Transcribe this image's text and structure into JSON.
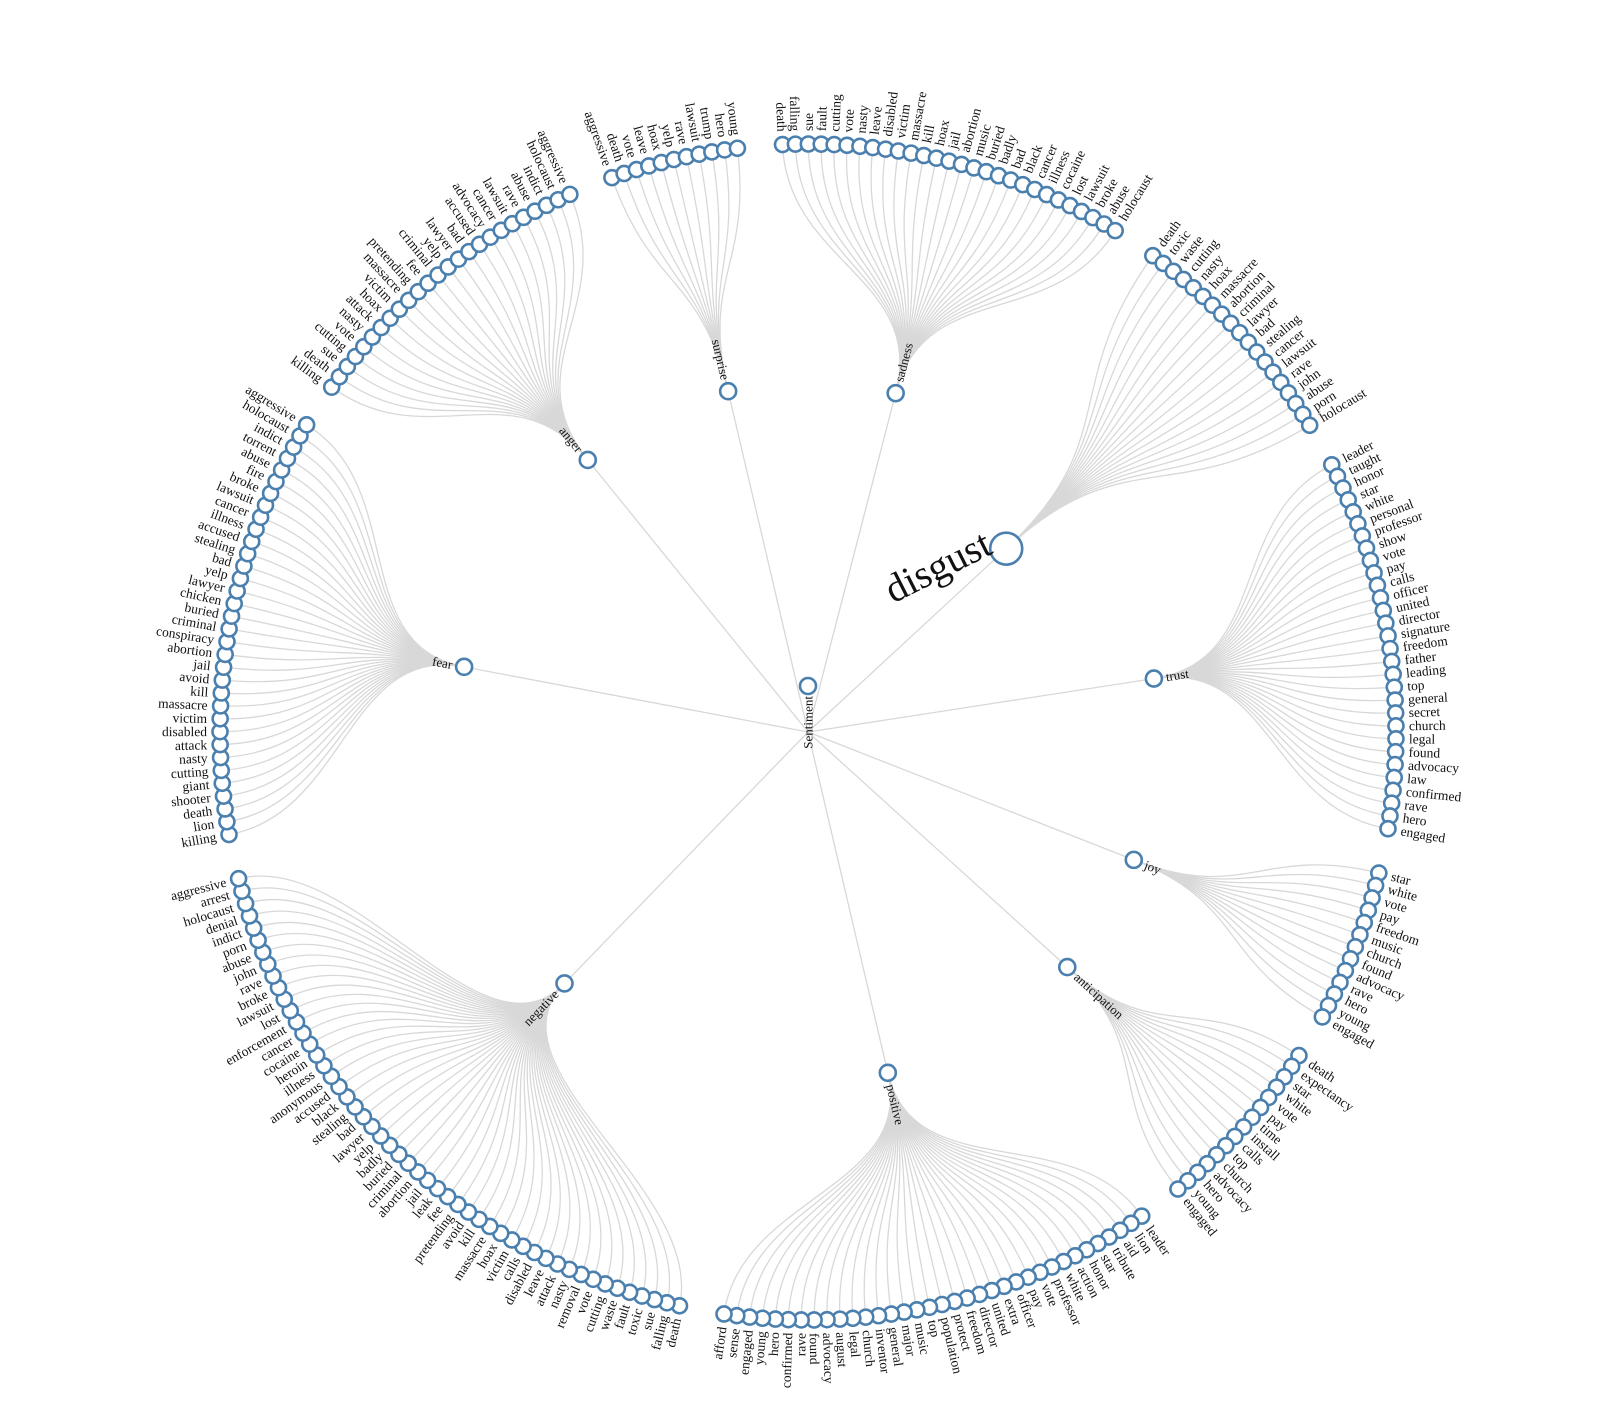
{
  "tree": {
    "root": "Sentiment",
    "highlighted": "disgust",
    "accent_color": "#4a7fae",
    "link_color": "#d8d8d8",
    "categories": [
      {
        "name": "surprise",
        "children": [
          "aggressive",
          "death",
          "vote",
          "leave",
          "hoax",
          "yelp",
          "rave",
          "lawsuit",
          "trump",
          "hero",
          "young"
        ]
      },
      {
        "name": "sadness",
        "children": [
          "death",
          "falling",
          "sue",
          "fault",
          "cutting",
          "vote",
          "nasty",
          "leave",
          "disabled",
          "victim",
          "massacre",
          "kill",
          "hoax",
          "jail",
          "abortion",
          "music",
          "buried",
          "badly",
          "bad",
          "black",
          "cancer",
          "illness",
          "cocaine",
          "lost",
          "lawsuit",
          "broke",
          "abuse",
          "holocaust"
        ]
      },
      {
        "name": "disgust",
        "children": [
          "death",
          "toxic",
          "waste",
          "cutting",
          "nasty",
          "hoax",
          "massacre",
          "abortion",
          "criminal",
          "lawyer",
          "bad",
          "stealing",
          "cancer",
          "lawsuit",
          "rave",
          "john",
          "abuse",
          "porn",
          "holocaust"
        ]
      },
      {
        "name": "trust",
        "children": [
          "leader",
          "taught",
          "honor",
          "star",
          "white",
          "personal",
          "professor",
          "show",
          "vote",
          "pay",
          "calls",
          "officer",
          "united",
          "director",
          "signature",
          "freedom",
          "father",
          "leading",
          "top",
          "general",
          "secret",
          "church",
          "legal",
          "found",
          "advocacy",
          "law",
          "confirmed",
          "rave",
          "hero",
          "engaged"
        ]
      },
      {
        "name": "joy",
        "children": [
          "star",
          "white",
          "vote",
          "pay",
          "freedom",
          "music",
          "church",
          "found",
          "advocacy",
          "rave",
          "hero",
          "young",
          "engaged"
        ]
      },
      {
        "name": "anticipation",
        "children": [
          "death",
          "expectancy",
          "star",
          "white",
          "vote",
          "pay",
          "time",
          "install",
          "calls",
          "top",
          "church",
          "advocacy",
          "hero",
          "young",
          "engaged"
        ]
      },
      {
        "name": "positive",
        "children": [
          "leader",
          "lion",
          "aid",
          "tribute",
          "star",
          "honor",
          "action",
          "white",
          "professor",
          "vote",
          "pay",
          "officer",
          "extra",
          "united",
          "director",
          "freedom",
          "protect",
          "population",
          "top",
          "music",
          "major",
          "general",
          "inventor",
          "church",
          "legal",
          "august",
          "advocacy",
          "found",
          "rave",
          "confirmed",
          "hero",
          "young",
          "engaged",
          "sense",
          "afford"
        ]
      },
      {
        "name": "negative",
        "children": [
          "death",
          "falling",
          "sue",
          "toxic",
          "fault",
          "waste",
          "cutting",
          "vote",
          "removal",
          "nasty",
          "attack",
          "leave",
          "disabled",
          "calls",
          "victim",
          "hoax",
          "massacre",
          "kill",
          "avoid",
          "pretending",
          "fee",
          "leak",
          "jail",
          "abortion",
          "criminal",
          "buried",
          "badly",
          "yelp",
          "lawyer",
          "bad",
          "stealing",
          "black",
          "accused",
          "anonymous",
          "illness",
          "heroin",
          "cocaine",
          "cancer",
          "enforcement",
          "lost",
          "lawsuit",
          "broke",
          "rave",
          "john",
          "abuse",
          "porn",
          "indict",
          "denial",
          "holocaust",
          "arrest",
          "aggressive"
        ]
      },
      {
        "name": "fear",
        "children": [
          "killing",
          "lion",
          "death",
          "shooter",
          "giant",
          "cutting",
          "nasty",
          "attack",
          "disabled",
          "victim",
          "massacre",
          "kill",
          "avoid",
          "jail",
          "abortion",
          "conspiracy",
          "criminal",
          "buried",
          "chicken",
          "lawyer",
          "yelp",
          "bad",
          "stealing",
          "accused",
          "illness",
          "cancer",
          "lawsuit",
          "broke",
          "fire",
          "abuse",
          "torrent",
          "indict",
          "holocaust",
          "aggressive"
        ]
      },
      {
        "name": "anger",
        "children": [
          "killing",
          "death",
          "sue",
          "cutting",
          "vote",
          "nasty",
          "attack",
          "hoax",
          "victim",
          "massacre",
          "pretending",
          "fee",
          "criminal",
          "yelp",
          "lawyer",
          "bad",
          "accused",
          "advocacy",
          "cancer",
          "lawsuit",
          "rave",
          "abuse",
          "indict",
          "holocaust",
          "aggressive"
        ]
      }
    ]
  }
}
